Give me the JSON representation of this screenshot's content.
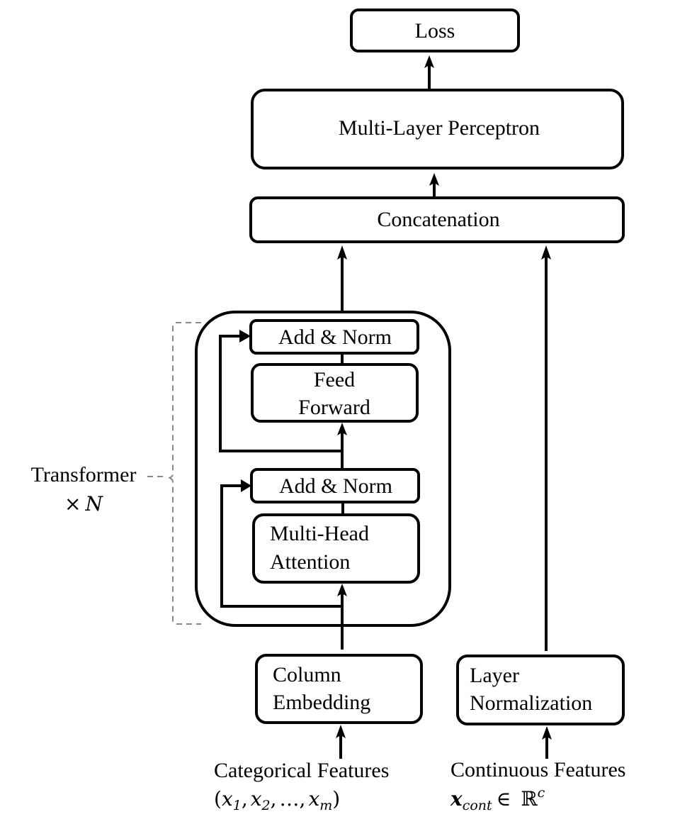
{
  "diagram": {
    "title": "TabTransformer architecture",
    "nodes": {
      "loss": {
        "label": "Loss"
      },
      "mlp": {
        "label": "Multi-Layer Perceptron"
      },
      "concat": {
        "label": "Concatenation"
      },
      "add_norm_top": {
        "label": "Add & Norm"
      },
      "feed_forward": {
        "lines": [
          "Feed",
          "Forward"
        ]
      },
      "add_norm_bottom": {
        "label": "Add & Norm"
      },
      "multi_head_attention": {
        "lines": [
          "Multi-Head",
          "Attention"
        ]
      },
      "column_embedding": {
        "lines": [
          "Column",
          "Embedding"
        ]
      },
      "layer_normalization": {
        "lines": [
          "Layer",
          "Normalization"
        ]
      }
    },
    "transformer_block": {
      "label": "Transformer",
      "repeat_symbol": "×",
      "repeat_var": "N"
    },
    "inputs": {
      "categorical": {
        "label": "Categorical Features",
        "open": "(",
        "var": "x",
        "sub1": "1",
        "sub2": "2",
        "subm": "m",
        "sep": ",",
        "ellipsis": "…",
        "close": ")"
      },
      "continuous": {
        "label": "Continuous Features",
        "var": "x",
        "sub": "cont",
        "in_symbol": "∈",
        "set": "ℝ",
        "sup": "c"
      }
    },
    "edges": [
      "categorical-features -> column-embedding",
      "column-embedding -> multi-head-attention",
      "multi-head-attention -> add-norm-bottom",
      "residual -> add-norm-bottom",
      "add-norm-bottom -> feed-forward",
      "feed-forward -> add-norm-top",
      "residual -> add-norm-top",
      "add-norm-top -> concatenation",
      "continuous-features -> layer-normalization",
      "layer-normalization -> concatenation",
      "concatenation -> multi-layer-perceptron",
      "multi-layer-perceptron -> loss"
    ]
  }
}
